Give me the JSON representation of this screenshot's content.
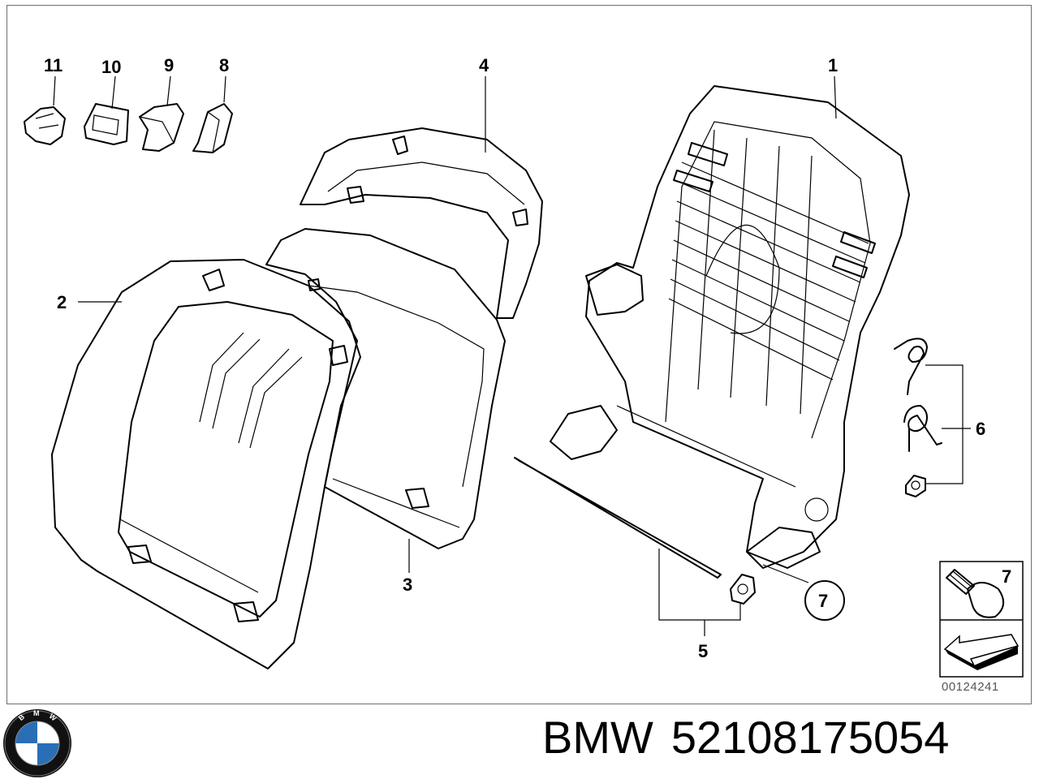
{
  "diagram": {
    "callouts": {
      "p1": "1",
      "p2": "2",
      "p3": "3",
      "p4": "4",
      "p5": "5",
      "p6": "6",
      "p7_circled": "7",
      "p7_inset": "7",
      "p8": "8",
      "p9": "9",
      "p10": "10",
      "p11": "11"
    },
    "drawing_number": "00124241"
  },
  "footer": {
    "brand": "BMW",
    "part_number": "52108175054"
  },
  "logo": {
    "letters": "BMW",
    "colors": {
      "blue": "#2a6fb6",
      "white": "#ffffff",
      "ring": "#111111"
    }
  }
}
